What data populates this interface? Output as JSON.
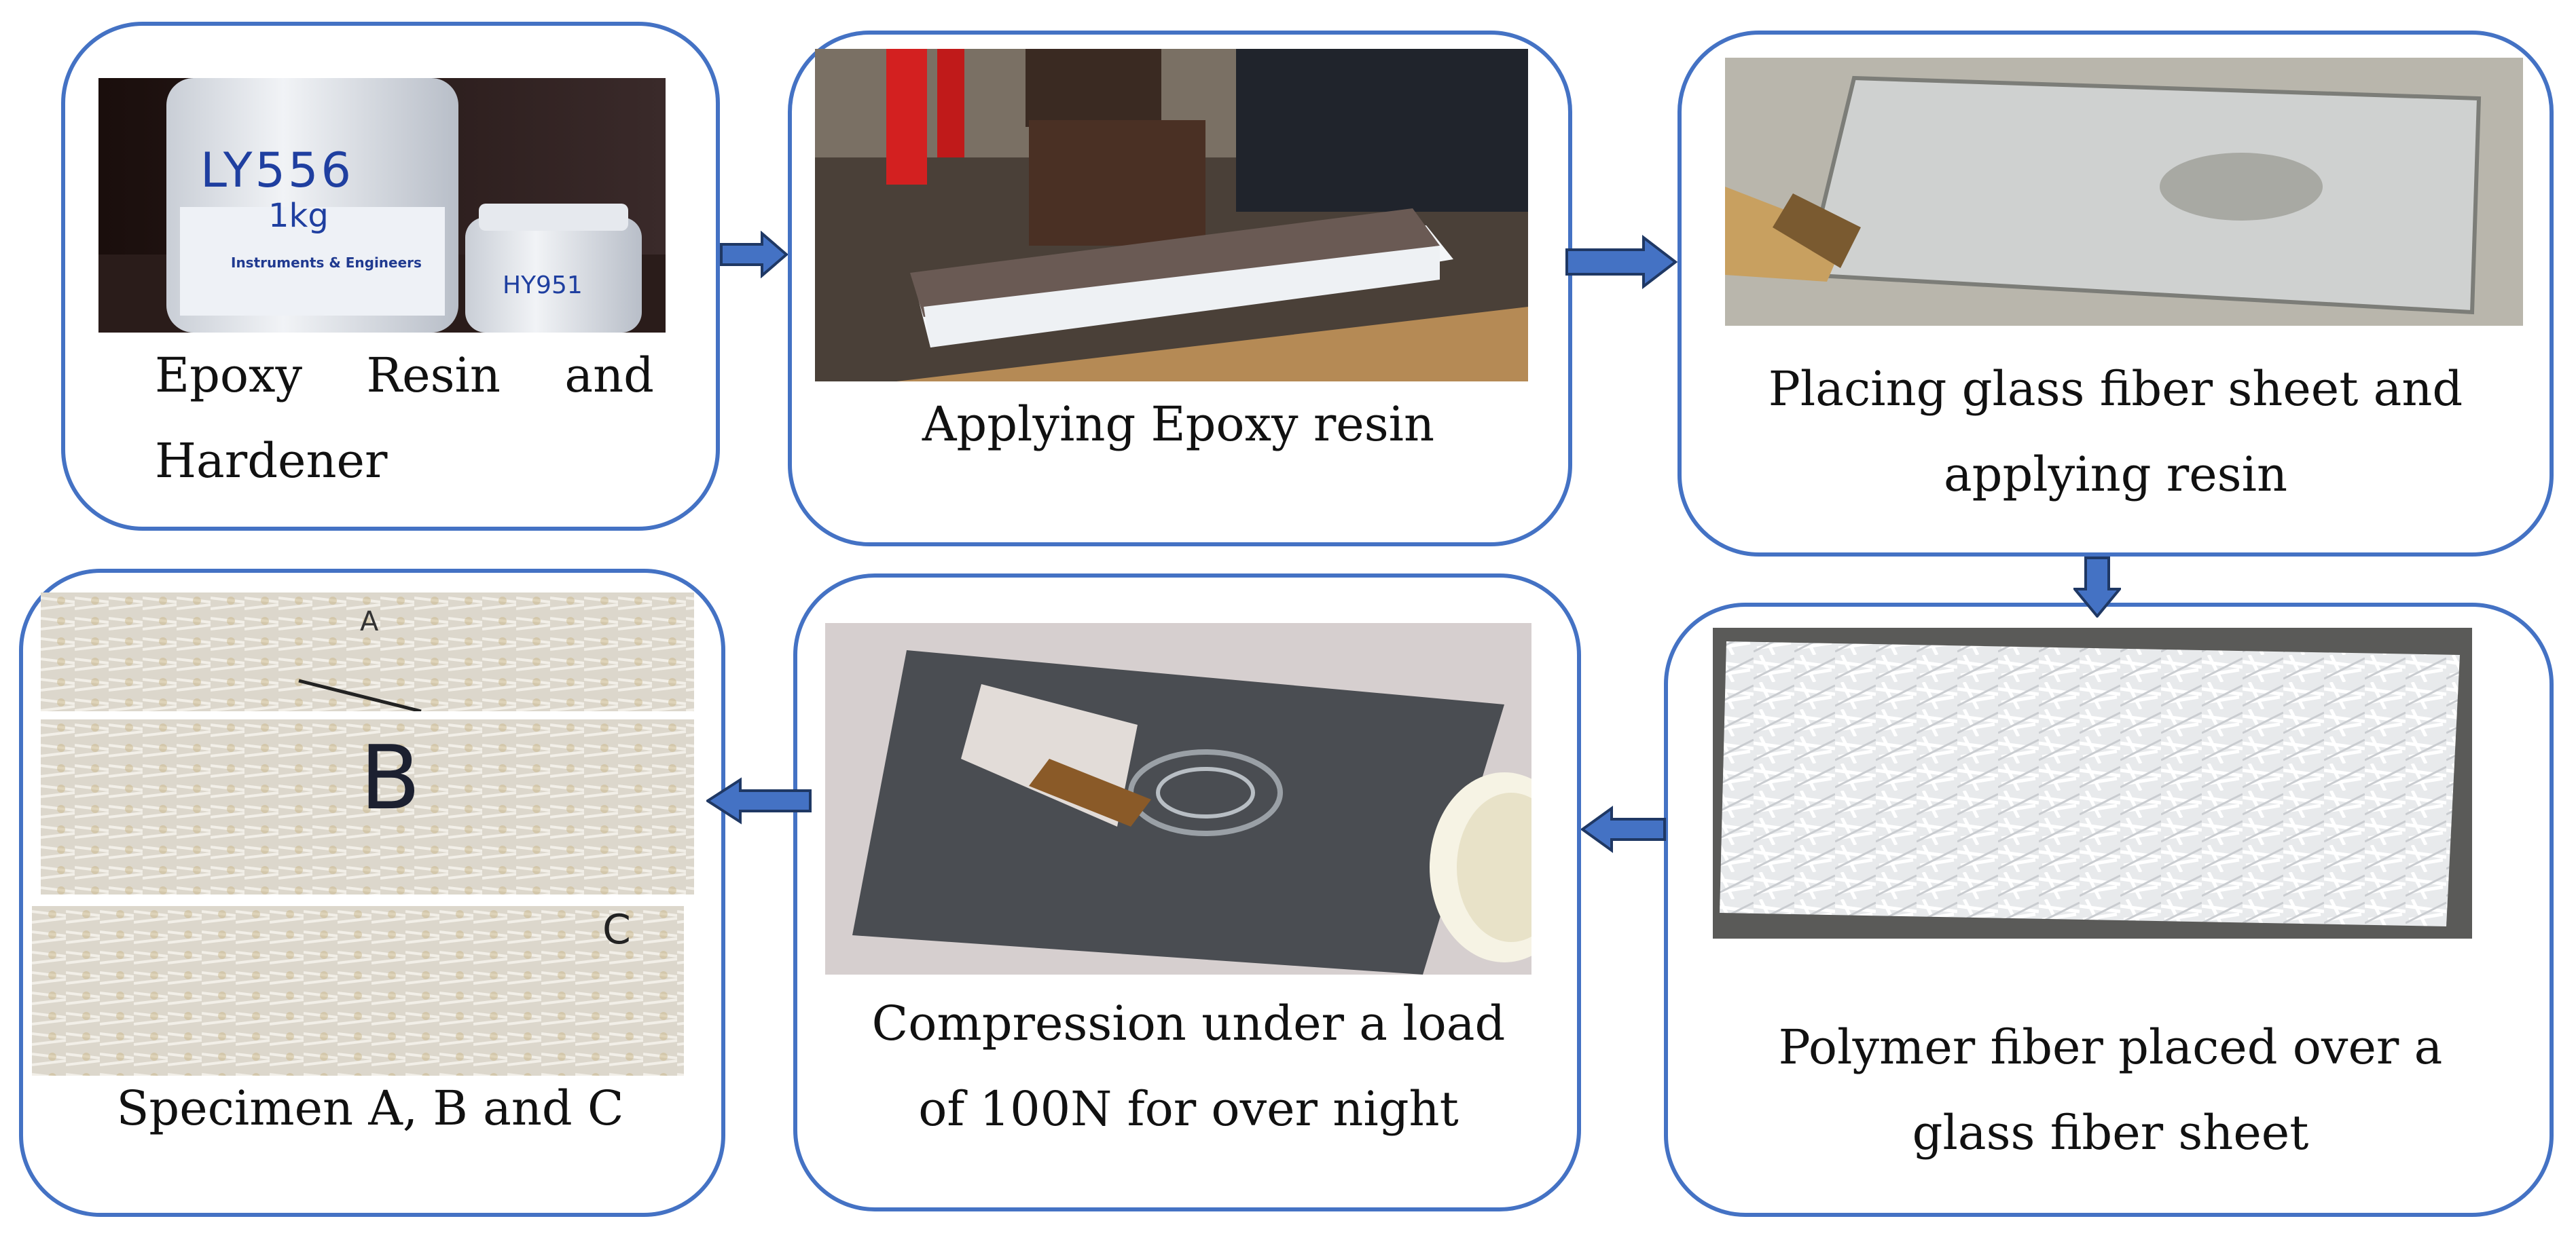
{
  "steps": [
    {
      "caption": "Epoxy Resin and Hardener"
    },
    {
      "caption": "Applying Epoxy resin"
    },
    {
      "caption": "Placing glass fiber sheet and applying resin"
    },
    {
      "caption": "Polymer fiber placed over a glass fiber sheet"
    },
    {
      "caption": "Compression under a load of 100N for over night"
    },
    {
      "caption": "Specimen A, B and C"
    }
  ],
  "photo_text": {
    "bottle_label": "LY556",
    "bottle_weight": "1kg",
    "bottle_maker": "Instruments & Engineers",
    "jar_label": "HY951",
    "specimen_a": "A",
    "specimen_b": "B",
    "specimen_c": "C"
  },
  "colors": {
    "border": "#4472c4",
    "arrow_fill": "#4472c4",
    "arrow_stroke": "#1f3864"
  }
}
